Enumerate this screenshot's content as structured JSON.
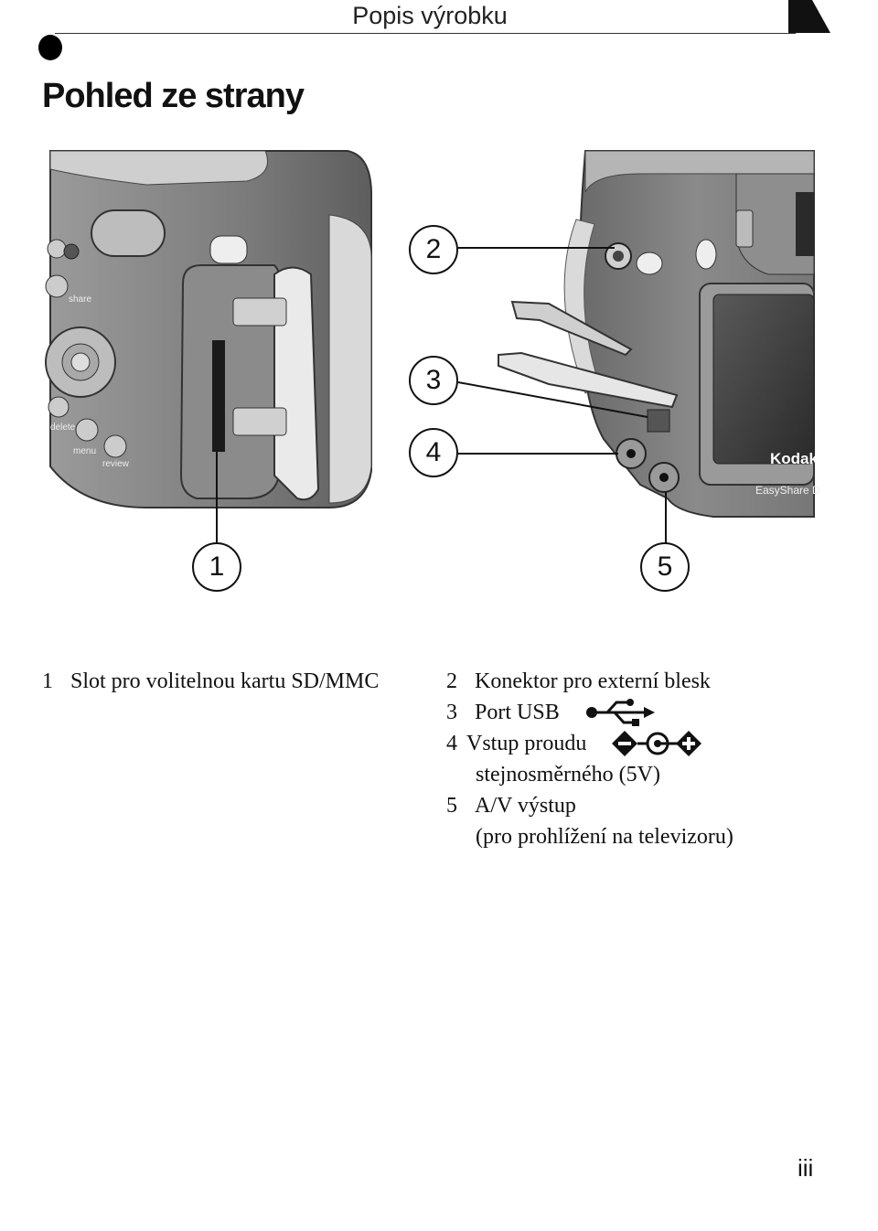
{
  "header": {
    "section_title": "Popis výrobku"
  },
  "page": {
    "title": "Pohled ze strany",
    "number": "iii"
  },
  "figure": {
    "callouts": [
      "1",
      "2",
      "3",
      "4",
      "5"
    ],
    "camera_text": {
      "brand": "Kodak",
      "model": "EasyShare D",
      "buttons": [
        "share",
        "menu",
        "review",
        "delete"
      ]
    }
  },
  "legend": {
    "left": [
      {
        "num": "1",
        "text": "Slot pro volitelnou kartu SD/MMC"
      }
    ],
    "right": [
      {
        "num": "2",
        "text": "Konektor pro externí blesk"
      },
      {
        "num": "3",
        "text": "Port USB",
        "icon": "usb-icon"
      },
      {
        "num": "4",
        "text": "Vstup proudu",
        "continuation": "stejnosměrného (5V)",
        "icon": "dc-polarity-icon"
      },
      {
        "num": "5",
        "text": "A/V výstup",
        "continuation": "(pro prohlížení na televizoru)"
      }
    ]
  }
}
